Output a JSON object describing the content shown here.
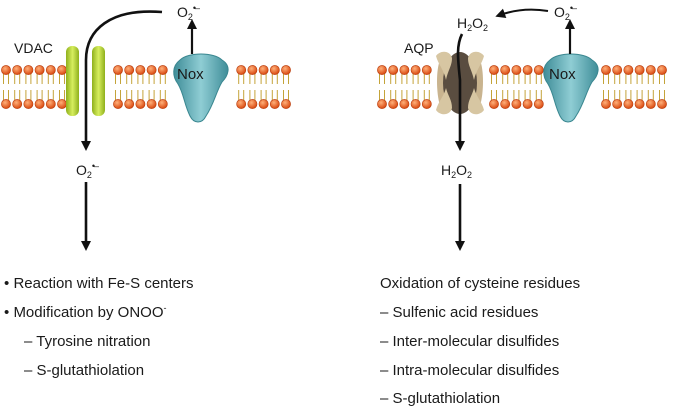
{
  "left_panel": {
    "channel_label": "VDAC",
    "enzyme_label": "Nox",
    "species_top": {
      "base": "O",
      "sub": "2",
      "sup": "•–"
    },
    "species_bottom": {
      "base": "O",
      "sub": "2",
      "sup": "•–"
    },
    "effects": [
      {
        "bullet": "•",
        "text": "Reaction with Fe-S centers"
      },
      {
        "bullet": "•",
        "text": "Modification by ONOO",
        "sup": "-"
      }
    ],
    "sub_effects": [
      "– Tyrosine nitration",
      "– S-glutathiolation"
    ]
  },
  "right_panel": {
    "channel_label": "AQP",
    "enzyme_label": "Nox",
    "species_source": {
      "base": "O",
      "sub": "2",
      "sup": "•–"
    },
    "species_converted": {
      "pre": "H",
      "sub": "2",
      "post": "O",
      "sub2": "2"
    },
    "species_bottom": {
      "pre": "H",
      "sub": "2",
      "post": "O",
      "sub2": "2"
    },
    "heading": "Oxidation of cysteine residues",
    "items": [
      "– Sulfenic acid residues",
      "– Inter-molecular disulfides",
      "– Intra-molecular disulfides",
      "– S-glutathiolation"
    ]
  },
  "colors": {
    "lipid_head": "#e8611f",
    "lipid_tail": "#c4a43a",
    "vdac": "#b7d236",
    "nox": "#5aa6b1",
    "aqp_core": "#574a3e",
    "aqp_side": "#c9b48f",
    "arrow": "#111111"
  }
}
